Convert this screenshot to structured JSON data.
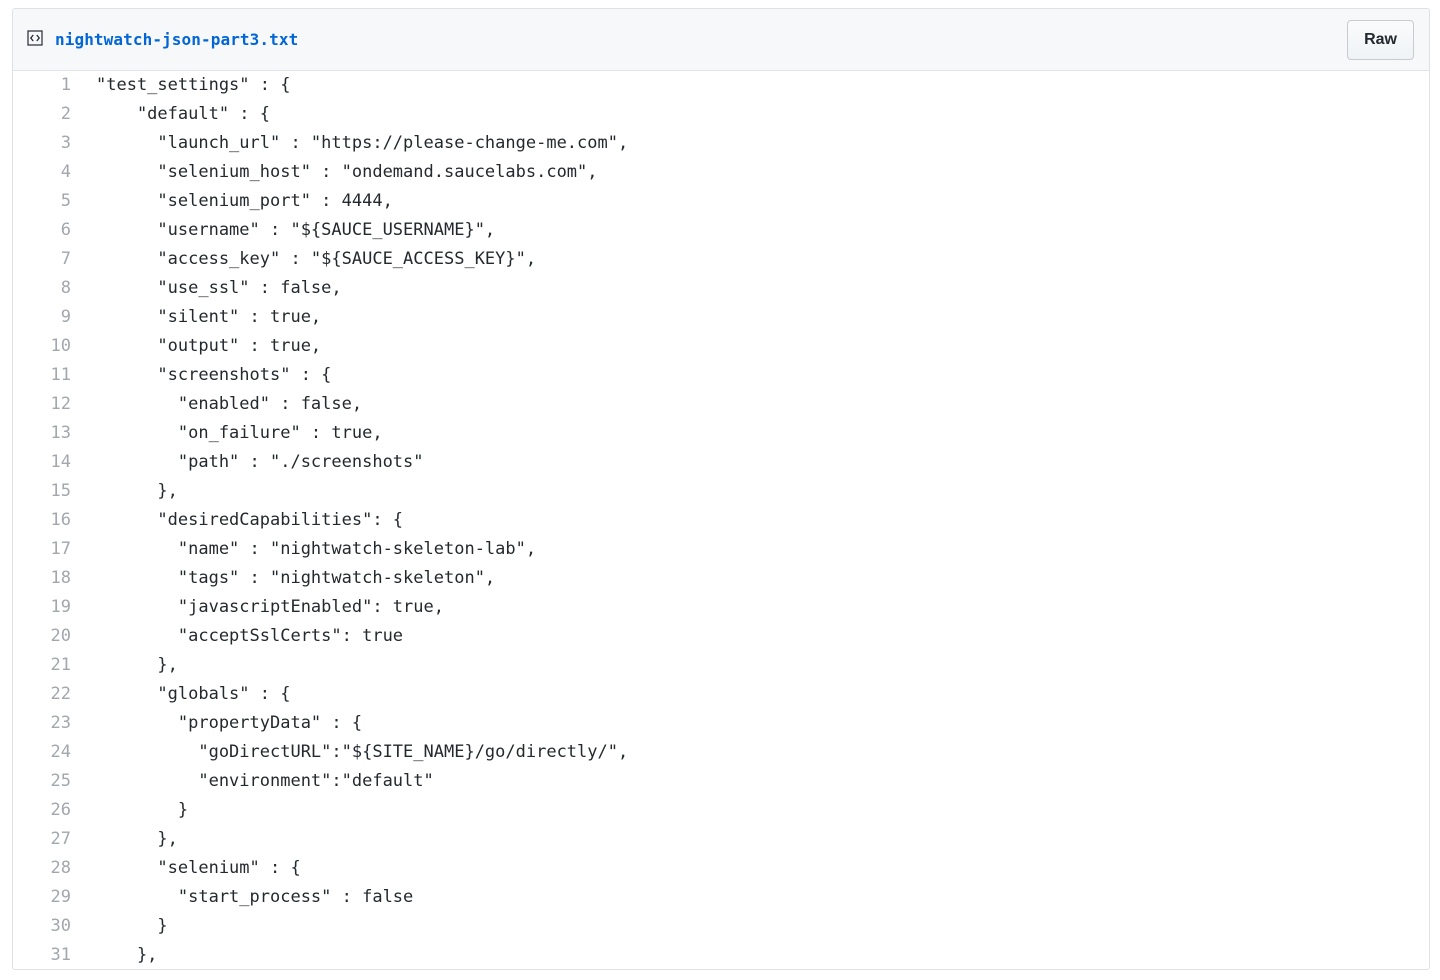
{
  "file": {
    "name": "nightwatch-json-part3.txt",
    "icon": "file-code-icon",
    "raw_label": "Raw"
  },
  "lines": [
    "\"test_settings\" : {",
    "    \"default\" : {",
    "      \"launch_url\" : \"https://please-change-me.com\",",
    "      \"selenium_host\" : \"ondemand.saucelabs.com\",",
    "      \"selenium_port\" : 4444,",
    "      \"username\" : \"${SAUCE_USERNAME}\",",
    "      \"access_key\" : \"${SAUCE_ACCESS_KEY}\",",
    "      \"use_ssl\" : false,",
    "      \"silent\" : true,",
    "      \"output\" : true,",
    "      \"screenshots\" : {",
    "        \"enabled\" : false,",
    "        \"on_failure\" : true,",
    "        \"path\" : \"./screenshots\"",
    "      },",
    "      \"desiredCapabilities\": {",
    "        \"name\" : \"nightwatch-skeleton-lab\",",
    "        \"tags\" : \"nightwatch-skeleton\",",
    "        \"javascriptEnabled\": true,",
    "        \"acceptSslCerts\": true",
    "      },",
    "      \"globals\" : {",
    "        \"propertyData\" : {",
    "          \"goDirectURL\":\"${SITE_NAME}/go/directly/\",",
    "          \"environment\":\"default\"",
    "        }",
    "      },",
    "      \"selenium\" : {",
    "        \"start_process\" : false",
    "      }",
    "    },"
  ]
}
